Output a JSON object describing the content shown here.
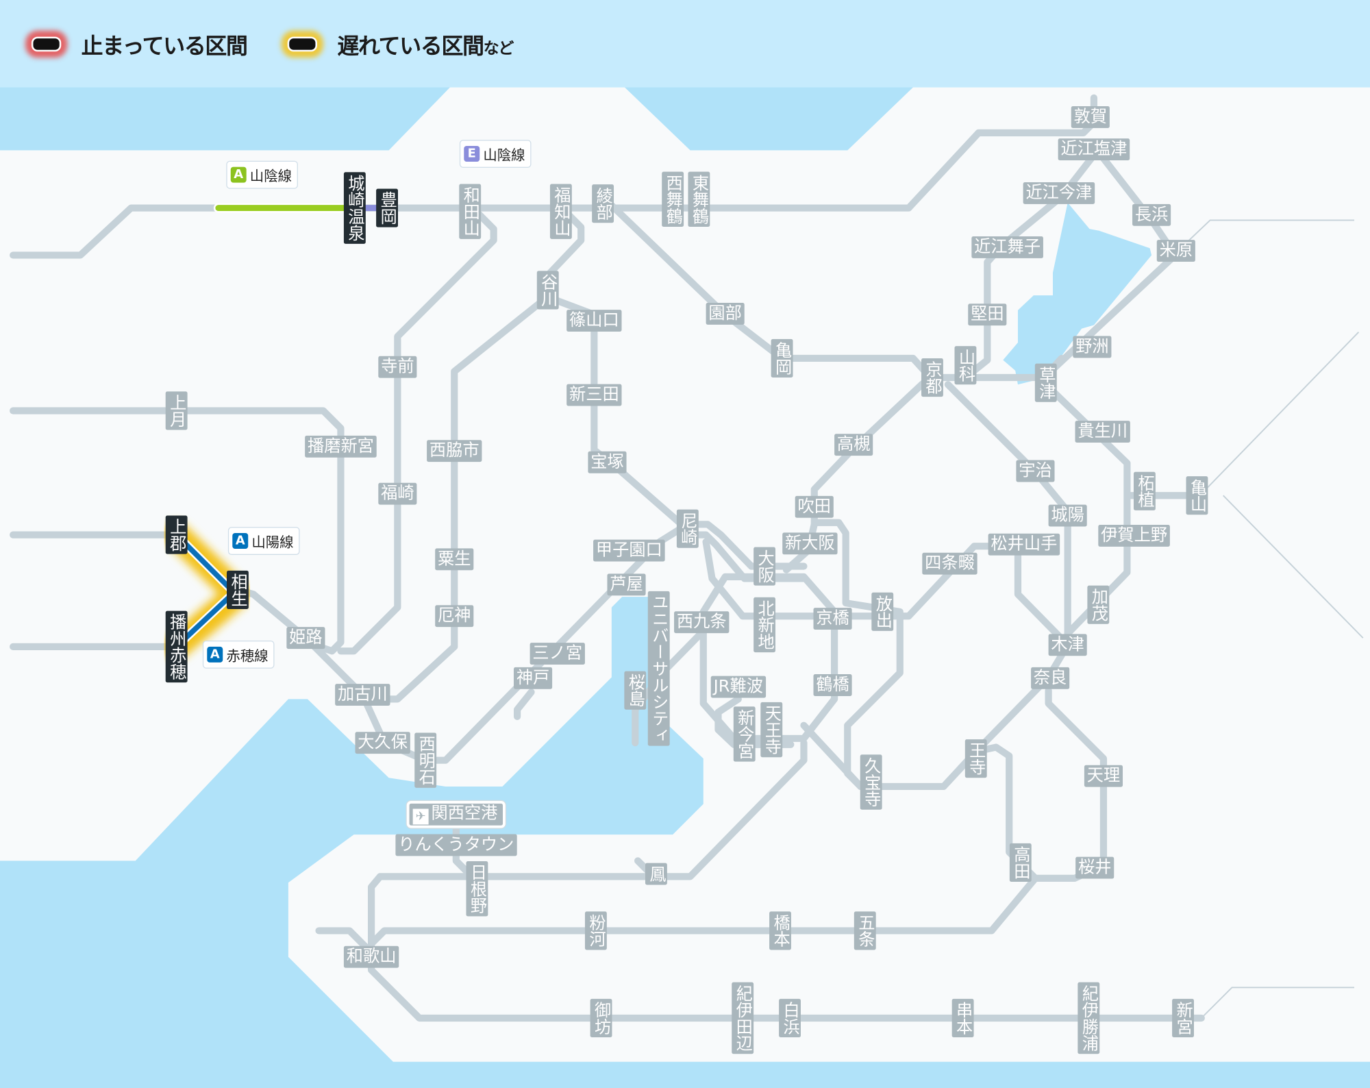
{
  "legend": {
    "stopped": "止まっている区間",
    "delayed": "遅れている区間",
    "delayed_suffix": "など"
  },
  "status_colors": {
    "stopped": "#e84a4a",
    "delayed": "#f3c21b",
    "water": "#b0e2f9",
    "track": "#c5d1d8"
  },
  "line_badges": [
    {
      "letter": "A",
      "name": "山陰線",
      "color": "#8cc21f"
    },
    {
      "letter": "E",
      "name": "山陰線",
      "color": "#8a8ddb"
    },
    {
      "letter": "A",
      "name": "山陽線",
      "color": "#0072bc"
    },
    {
      "letter": "A",
      "name": "赤穂線",
      "color": "#0072bc"
    }
  ],
  "stations": {
    "kinosakionsen": "城崎温泉",
    "toyooka": "豊岡",
    "kamigori": "上郡",
    "aioi": "相生",
    "banshuako": "播州赤穂",
    "wadayama": "和田山",
    "fukuchiyama": "福知山",
    "ayabe": "綾部",
    "nishimaizuru": "西舞鶴",
    "higashimaizuru": "東舞鶴",
    "tsuruga": "敦賀",
    "omishiotsu": "近江塩津",
    "omiimazu": "近江今津",
    "nagahama": "長浜",
    "omimaiko": "近江舞子",
    "maibara": "米原",
    "katata": "堅田",
    "yasu": "野洲",
    "yamashina": "山科",
    "kyoto": "京都",
    "kusatsu": "草津",
    "tanikawa": "谷川",
    "sasayamaguchi": "篠山口",
    "sonobe": "園部",
    "kameoka": "亀岡",
    "teramae": "寺前",
    "kozuki": "上月",
    "shinsanda": "新三田",
    "harimashingu": "播磨新宮",
    "nishiwakishi": "西脇市",
    "takatsuki": "高槻",
    "kibukawa": "貴生川",
    "takarazuka": "宝塚",
    "uji": "宇治",
    "tsuge": "柘植",
    "kameyama": "亀山",
    "fukusaki": "福崎",
    "suita": "吹田",
    "joyo": "城陽",
    "amagasaki": "尼崎",
    "igaueno": "伊賀上野",
    "shinosaka": "新大阪",
    "matsuiyamate": "松井山手",
    "koshienguchi": "甲子園口",
    "osaka": "大阪",
    "ao": "粟生",
    "shijonawate": "四条畷",
    "ashiya": "芦屋",
    "kamo": "加茂",
    "hanaten": "放出",
    "yakujin": "厄神",
    "kitashinchi": "北新地",
    "nishikujo": "西九条",
    "kyobashi": "京橋",
    "universalcity": "ユニバーサルシティ",
    "himeji": "姫路",
    "kizu": "木津",
    "sannomiya": "三ノ宮",
    "nara": "奈良",
    "kobe": "神戸",
    "sakurajima": "桜島",
    "jrnamba": "JR難波",
    "tsuruhashi": "鶴橋",
    "kakogawa": "加古川",
    "shinimamiya": "新今宮",
    "tennoji": "天王寺",
    "okubo": "大久保",
    "nishiakashi": "西明石",
    "oji": "王寺",
    "kyuhoji": "久宝寺",
    "tenri": "天理",
    "kansaiairport": "関西空港",
    "rinkutown": "りんくうタウン",
    "hineno": "日根野",
    "otori": "鳳",
    "takada": "高田",
    "sakurai": "桜井",
    "kokawa": "粉河",
    "hashimoto": "橋本",
    "gojo": "五条",
    "wakayama": "和歌山",
    "gobo": "御坊",
    "kiitanabe": "紀伊田辺",
    "shirahama": "白浜",
    "kushimoto": "串本",
    "kiikatsuura": "紀伊勝浦",
    "shingu": "新宮"
  }
}
